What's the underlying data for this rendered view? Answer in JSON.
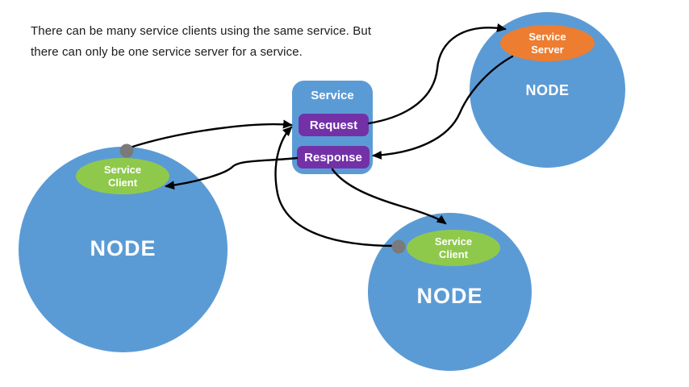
{
  "caption": {
    "line1": "There can be many service clients using the same service. But",
    "line2": "there can only be one service server for a service."
  },
  "service": {
    "title": "Service",
    "request_label": "Request",
    "response_label": "Response"
  },
  "nodes": {
    "left": {
      "label": "NODE",
      "badge": "Service Client"
    },
    "right": {
      "label": "NODE",
      "badge": "Service Server"
    },
    "bottom": {
      "label": "NODE",
      "badge": "Service Client"
    }
  },
  "arrows": [
    {
      "name": "left-client-to-request",
      "from": "left-node-dot",
      "to": "request-box"
    },
    {
      "name": "bottom-client-to-request",
      "from": "bottom-node-dot",
      "to": "request-box"
    },
    {
      "name": "request-to-service-server",
      "from": "request-box",
      "to": "service-server-badge"
    },
    {
      "name": "service-server-to-response",
      "from": "service-server-badge",
      "to": "response-box"
    },
    {
      "name": "response-to-left-client",
      "from": "response-box",
      "to": "left-client-badge"
    },
    {
      "name": "response-to-bottom-client",
      "from": "response-box",
      "to": "bottom-client-badge"
    }
  ],
  "colors": {
    "node_fill": "#5B9BD5",
    "service_box_fill": "#5B9BD5",
    "request_response_fill": "#7331A7",
    "client_badge_fill": "#8FC94C",
    "server_badge_fill": "#ED7D31",
    "connector": "#000000",
    "connection_dot": "#7A7A7A",
    "caption_text": "#1B1B1B",
    "shape_text": "#FFFFFF"
  }
}
